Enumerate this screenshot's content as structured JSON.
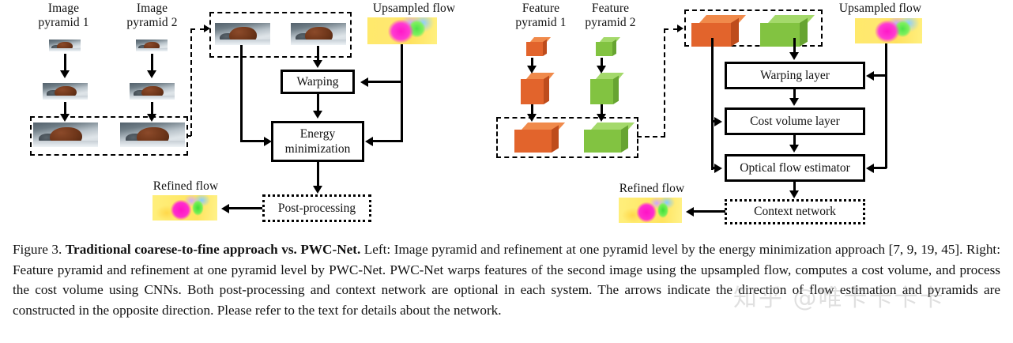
{
  "figure": {
    "left_panel": {
      "pyramid_labels": [
        "Image\npyramid 1",
        "Image\npyramid 2"
      ],
      "dashed_group_caption": "",
      "upsampled_flow_label": "Upsampled flow",
      "refined_flow_label": "Refined flow",
      "boxes": [
        {
          "id": "warping",
          "label": "Warping",
          "style": "solid"
        },
        {
          "id": "energy-minimization",
          "label": "Energy\nminimization",
          "style": "solid"
        },
        {
          "id": "post-processing",
          "label": "Post-processing",
          "style": "dotted"
        }
      ],
      "pyramid_levels": 3
    },
    "right_panel": {
      "pyramid_labels": [
        "Feature\npyramid 1",
        "Feature\npyramid 2"
      ],
      "upsampled_flow_label": "Upsampled flow",
      "refined_flow_label": "Refined flow",
      "boxes": [
        {
          "id": "warping-layer",
          "label": "Warping layer",
          "style": "solid"
        },
        {
          "id": "cost-volume-layer",
          "label": "Cost volume layer",
          "style": "solid"
        },
        {
          "id": "optical-flow-estimator",
          "label": "Optical flow estimator",
          "style": "solid"
        },
        {
          "id": "context-network",
          "label": "Context network",
          "style": "dotted"
        }
      ],
      "pyramid_levels": 3,
      "cube_colors": {
        "pyramid1": "#E2642C",
        "pyramid2": "#82C341"
      }
    }
  },
  "caption": {
    "prefix": "Figure 3. ",
    "bold_title": "Traditional coarese-to-fine approach vs. PWC-Net.",
    "body": " Left: Image pyramid and refinement at one pyramid level by the energy minimization approach [7, 9, 19, 45]. Right: Feature pyramid and refinement at one pyramid level by PWC-Net. PWC-Net warps features of the second image using the upsampled flow, computes a cost volume, and process the cost volume using CNNs. Both post-processing and context network are optional in each system. The arrows indicate the direction of flow estimation and pyramids are constructed in the opposite direction. Please refer to the text for details about the network."
  },
  "watermark": {
    "text": "知乎 @唯卡卡卡卡"
  },
  "colors": {
    "stroke": "#000000",
    "background": "#ffffff",
    "orange_cube": "#E2642C",
    "green_cube": "#82C341",
    "flow_yellow": "#FFE96B",
    "flow_magenta": "#FF17C8",
    "flow_green": "#4EE34A"
  }
}
